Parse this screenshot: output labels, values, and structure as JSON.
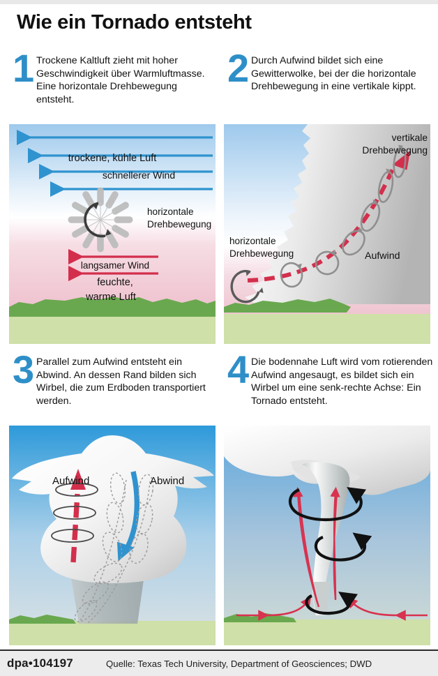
{
  "header": {
    "title": "Wie ein Tornado entsteht"
  },
  "steps": [
    {
      "number": "1",
      "text": "Trockene Kaltluft zieht mit hoher Geschwindigkeit über Warmluftmasse. Eine horizontale Drehbewegung entsteht."
    },
    {
      "number": "2",
      "text": "Durch Aufwind bildet sich eine Gewitterwolke, bei der die horizontale Drehbewegung in eine vertikale kippt."
    },
    {
      "number": "3",
      "text": "Parallel zum Aufwind entsteht ein Abwind. An dessen Rand bilden sich Wirbel, die zum Erdboden transportiert werden."
    },
    {
      "number": "4",
      "text": "Die bodennahe Luft wird vom rotierenden Aufwind angesaugt, es bildet sich ein Wirbel um eine senk-rechte Achse: Ein Tornado entsteht."
    }
  ],
  "panel1": {
    "label_cool_air": "trockene, kühle Luft",
    "label_faster_wind": "schnellerer Wind",
    "label_horizontal_rotation_line1": "horizontale",
    "label_horizontal_rotation_line2": "Drehbewegung",
    "label_slower_wind": "langsamer Wind",
    "label_moist_line1": "feuchte,",
    "label_moist_line2": "warme Luft"
  },
  "panel2": {
    "label_vertical_line1": "vertikale",
    "label_vertical_line2": "Drehbewegung",
    "label_horizontal_line1": "horizontale",
    "label_horizontal_line2": "Drehbewegung",
    "label_updraft": "Aufwind"
  },
  "panel3": {
    "label_updraft": "Aufwind",
    "label_downdraft": "Abwind"
  },
  "panel4": {},
  "footer": {
    "agency": "dpa•104197",
    "source": "Quelle: Texas Tech University, Department of Geosciences; DWD"
  },
  "colors": {
    "accent_blue": "#2e8fc8",
    "arrow_blue": "#2f93cf",
    "arrow_red": "#d32f4c",
    "grass_green": "#6aa84f",
    "ground_green": "#cfe0a8",
    "sky_blue": "#9ec9ec",
    "cloud_gray": "#d8d8d8",
    "swirl_gray": "#8a8a8a",
    "footer_bg": "#ececec",
    "top_strip": "#e8e8e8"
  }
}
